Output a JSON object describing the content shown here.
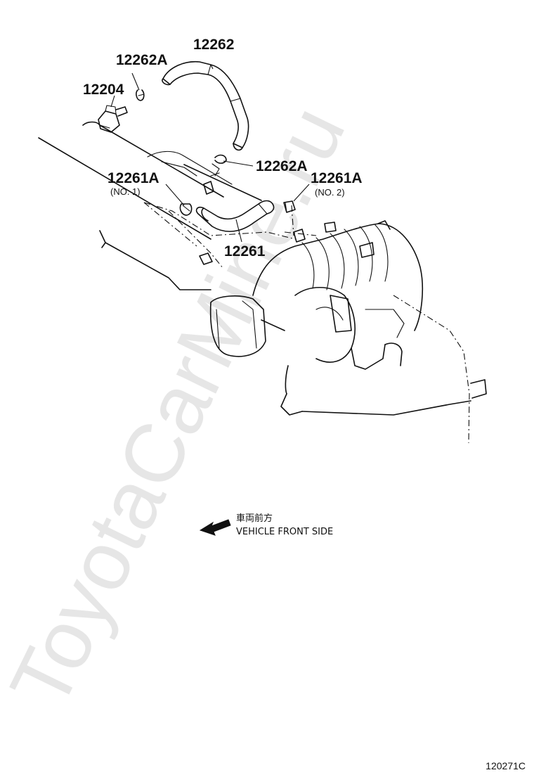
{
  "watermark": "ToyotaCarMine.ru",
  "diagram_id": "120271C",
  "parts": [
    {
      "number": "12262"
    },
    {
      "number": "12262A"
    },
    {
      "number": "12204"
    },
    {
      "number": "12262A"
    },
    {
      "number": "12261A",
      "sub": "(NO. 1)"
    },
    {
      "number": "12261A",
      "sub": "(NO. 2)"
    },
    {
      "number": "12261"
    }
  ],
  "direction_note": {
    "japanese": "車両前方",
    "english": "VEHICLE FRONT SIDE"
  }
}
